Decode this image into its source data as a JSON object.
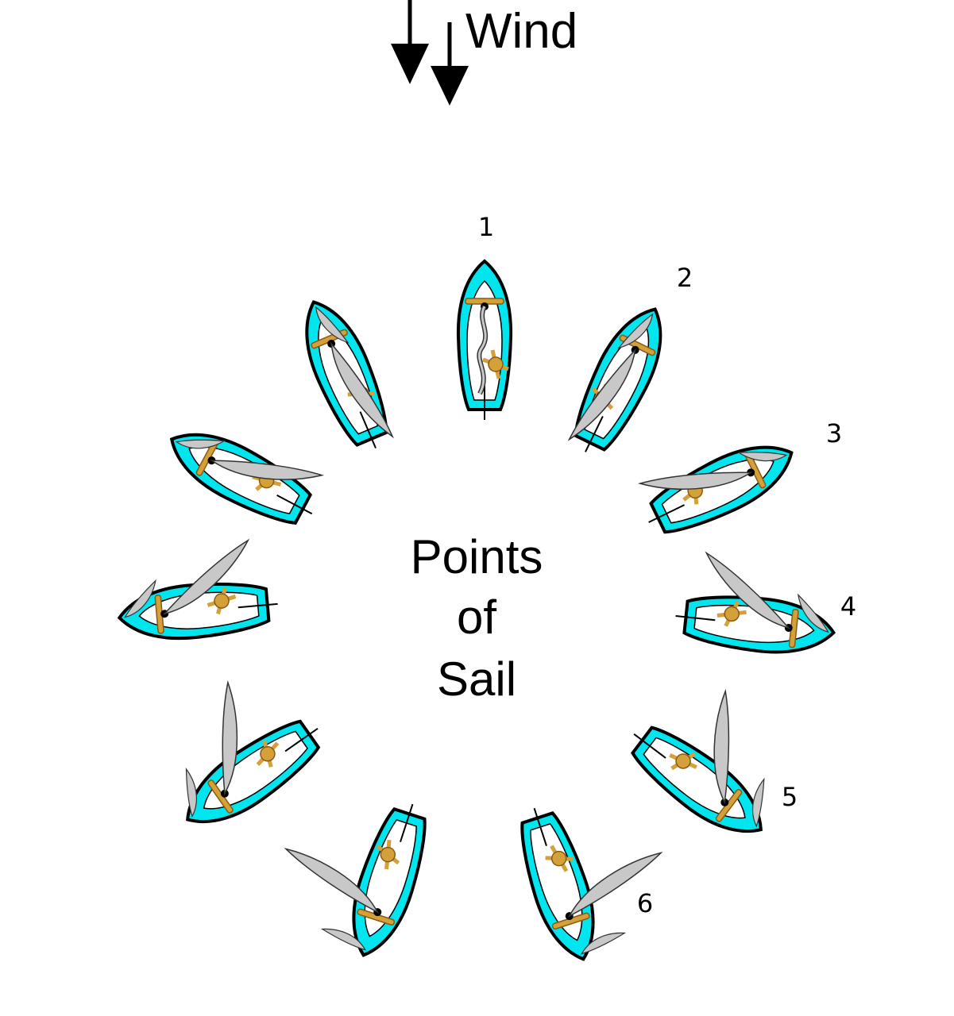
{
  "wind": {
    "label": "Wind"
  },
  "title": {
    "line1": "Points",
    "line2": "of",
    "line3": "Sail"
  },
  "point_labels": [
    "1",
    "2",
    "3",
    "4",
    "5",
    "6"
  ],
  "colors": {
    "hull_fill": "#00e5ee",
    "hull_outline": "#000000",
    "deck_fill": "#ffffff",
    "sail_fill": "#c8c8c8",
    "sail_outline": "#333333",
    "sailor_fill": "#d4a03a",
    "sailor_outline": "#8a5a10"
  },
  "icons": {
    "wind_arrows": "down-arrow-pair",
    "boat": "dinghy-top-view",
    "sailor": "sailor-figure",
    "sail": "mainsail"
  }
}
